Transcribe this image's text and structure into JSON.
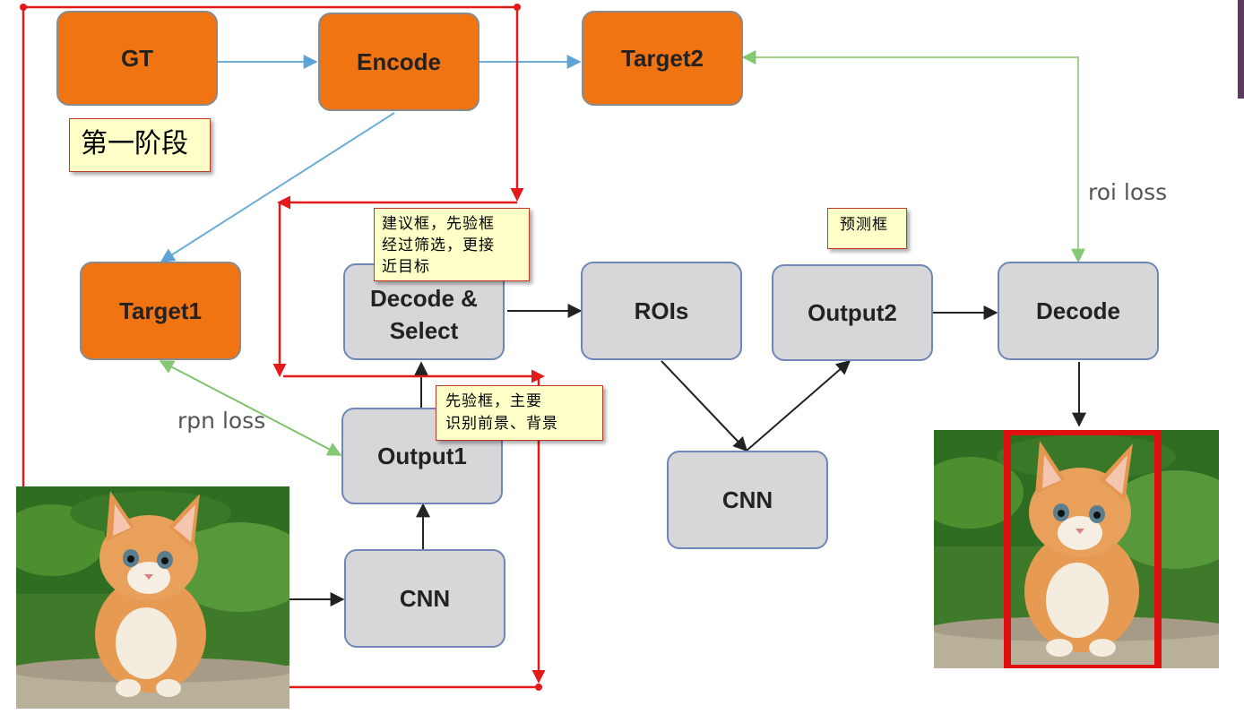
{
  "nodes": {
    "gt": "GT",
    "encode": "Encode",
    "target2": "Target2",
    "target1": "Target1",
    "decode_select": "Decode &\nSelect",
    "rois": "ROIs",
    "output2": "Output2",
    "decode": "Decode",
    "output1": "Output1",
    "cnn_right": "CNN",
    "cnn_left": "CNN"
  },
  "edge_labels": {
    "roi_loss": "roi loss",
    "rpn_loss": "rpn loss"
  },
  "notes": {
    "stage1": "第一阶段",
    "proposal": "建议框，先验框\n经过筛选，更接\n近目标",
    "prediction": "预测框",
    "prior": "先验框，主要\n识别前景、背景"
  },
  "colors": {
    "orange_node": "#f07412",
    "gray_node": "#d7d7d9",
    "blue_arrow": "#6baed6",
    "green_arrow": "#7cc46a",
    "red_annotation": "#e31a1c",
    "note_fill": "#ffffc8"
  }
}
